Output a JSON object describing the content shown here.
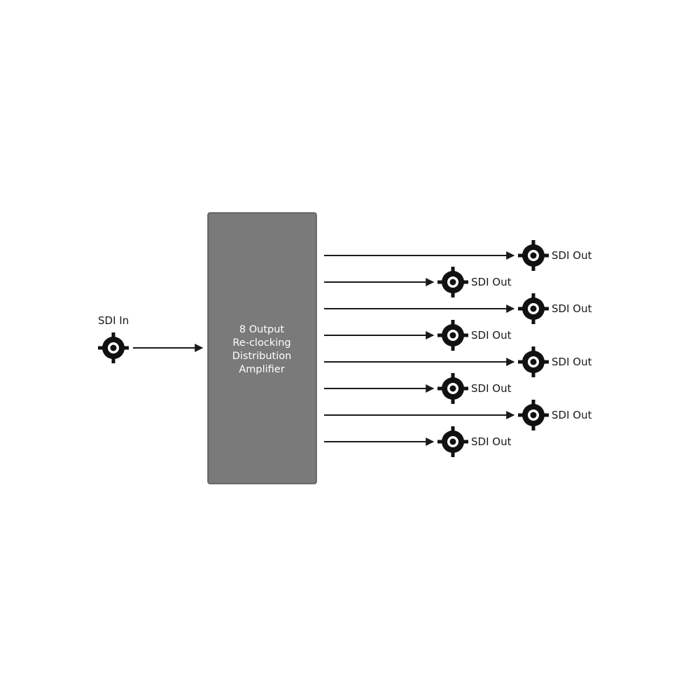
{
  "input": {
    "label": "SDI In"
  },
  "amplifier": {
    "lines": [
      "8 Output",
      "Re-clocking",
      "Distribution",
      "Amplifier"
    ],
    "fill": "#7a7a7a",
    "border": "#555555"
  },
  "outputs": [
    {
      "label": "SDI Out"
    },
    {
      "label": "SDI Out"
    },
    {
      "label": "SDI Out"
    },
    {
      "label": "SDI Out"
    },
    {
      "label": "SDI Out"
    },
    {
      "label": "SDI Out"
    },
    {
      "label": "SDI Out"
    },
    {
      "label": "SDI Out"
    }
  ],
  "connector_icon": "bnc-connector-icon",
  "colors": {
    "line": "#1a1a1a",
    "connector": "#111111",
    "connector_core": "#ffffff"
  }
}
